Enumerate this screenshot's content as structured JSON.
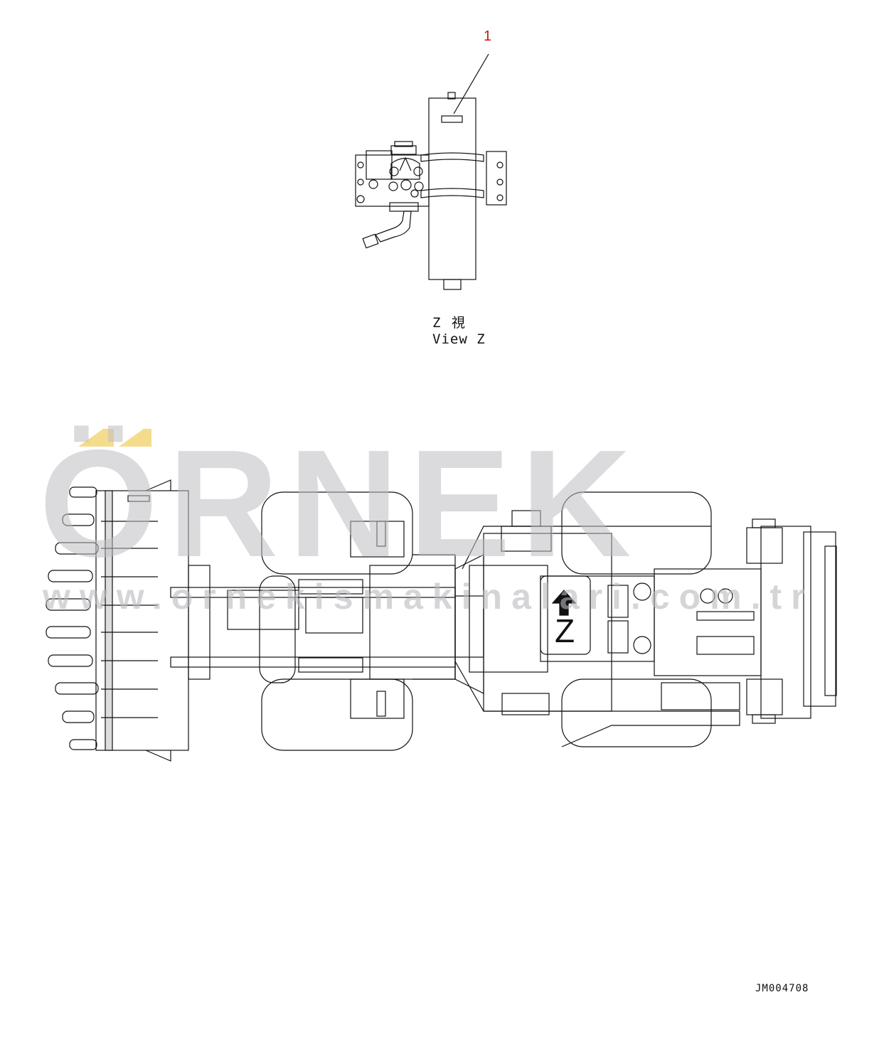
{
  "callout": {
    "number": "1"
  },
  "view_title": {
    "japanese": "Z 視",
    "english": "View Z"
  },
  "view_marker": {
    "letter": "Z"
  },
  "drawing_code": "JM004708",
  "watermark": {
    "brand": "ÖRNEK",
    "url": "www.ornekismakinalari.com.tr",
    "accent_color": "#f5dc8c"
  }
}
